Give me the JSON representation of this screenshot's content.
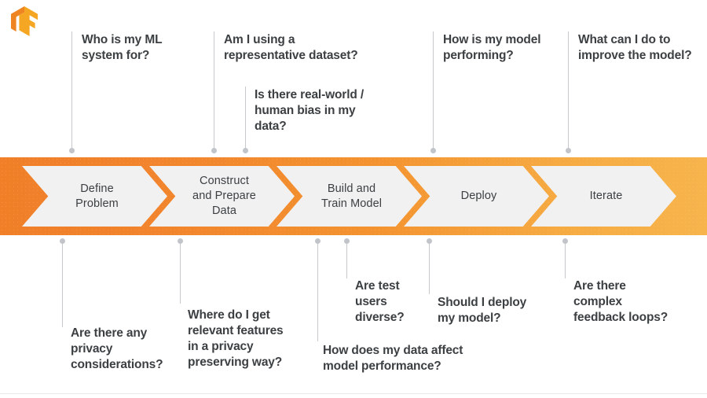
{
  "logo": {
    "name": "tensorflow-logo",
    "colors": {
      "light": "#f5a623",
      "dark": "#ee8422"
    }
  },
  "band": {
    "gradient_from": "#f07f28",
    "gradient_to": "#f7b44c",
    "step_fill": "#f1f1f1",
    "text_color": "#3c4043"
  },
  "steps": [
    {
      "id": "define-problem",
      "label": "Define\nProblem"
    },
    {
      "id": "construct-prepare-data",
      "label": "Construct\nand Prepare\nData"
    },
    {
      "id": "build-train-model",
      "label": "Build and\nTrain Model"
    },
    {
      "id": "deploy",
      "label": "Deploy"
    },
    {
      "id": "iterate",
      "label": "Iterate"
    }
  ],
  "questions_above": [
    {
      "id": "who-is-my-ml-system-for",
      "text": "Who is my ML\nsystem for?"
    },
    {
      "id": "representative-dataset",
      "text": "Am I using a\nrepresentative dataset?"
    },
    {
      "id": "real-world-human-bias",
      "text": "Is there real-world /\nhuman bias in my\ndata?"
    },
    {
      "id": "how-is-my-model-performing",
      "text": "How is my model\nperforming?"
    },
    {
      "id": "improve-the-model",
      "text": "What can I do to\nimprove the model?"
    }
  ],
  "questions_below": [
    {
      "id": "privacy-considerations",
      "text": "Are there any\nprivacy\nconsiderations?"
    },
    {
      "id": "privacy-preserving-features",
      "text": "Where do I get\nrelevant features\nin a privacy\npreserving way?"
    },
    {
      "id": "test-users-diverse",
      "text": "Are test\nusers\ndiverse?"
    },
    {
      "id": "data-affect-performance",
      "text": "How does my data affect\nmodel performance?"
    },
    {
      "id": "should-i-deploy",
      "text": "Should I deploy\nmy model?"
    },
    {
      "id": "complex-feedback-loops",
      "text": "Are there\ncomplex\nfeedback loops?"
    }
  ]
}
